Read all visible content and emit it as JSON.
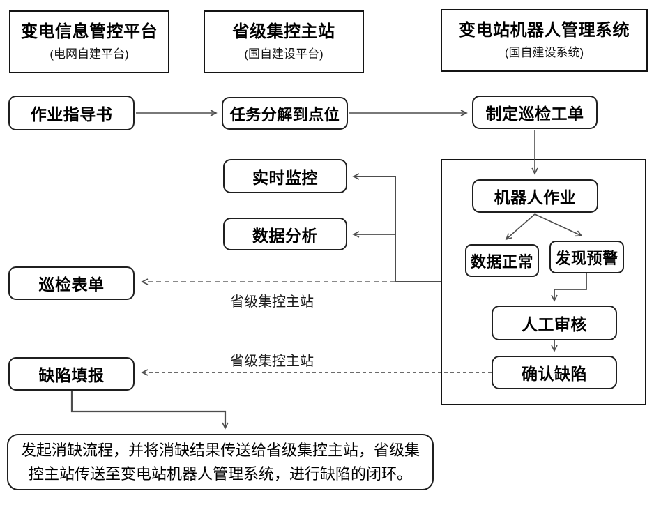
{
  "diagram": {
    "headers": [
      {
        "title": "变电信息管控平台",
        "subtitle": "(电网自建平台)"
      },
      {
        "title": "省级集控主站",
        "subtitle": "(国自建设平台)"
      },
      {
        "title": "变电站机器人管理系统",
        "subtitle": "(国自建设系统)"
      }
    ],
    "nodes": {
      "work_guide": "作业指导书",
      "task_decompose": "任务分解到点位",
      "create_work_order": "制定巡检工单",
      "realtime_monitor": "实时监控",
      "data_analysis": "数据分析",
      "inspection_form": "巡检表单",
      "defect_report": "缺陷填报",
      "robot_operation": "机器人作业",
      "data_normal": "数据正常",
      "alarm_found": "发现预警",
      "manual_review": "人工审核",
      "confirm_defect": "确认缺陷"
    },
    "labels": {
      "provincial_master_upper": "省级集控主站",
      "provincial_master_lower": "省级集控主站"
    },
    "footer_note": "发起消缺流程，并将消缺结果传送给省级集控主站，省级集控主站传送至变电站机器人管理系统，进行缺陷的闭环。",
    "colors": {
      "background": "#ffffff",
      "box_border": "#141414",
      "node_border": "#1f1f1f",
      "connector_solid": "#4d4d4d",
      "connector_dashed_upper": "#8a8a8a",
      "connector_dashed_lower": "#3a3a3a",
      "text": "#000000"
    }
  }
}
